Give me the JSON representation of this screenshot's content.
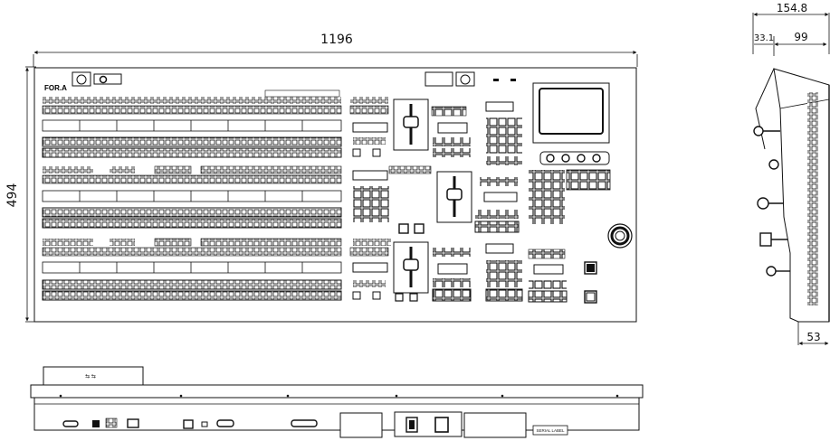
{
  "dimensions": {
    "panel_width": "1196",
    "panel_height": "494",
    "side_depth": "154.8",
    "side_offset": "33.1",
    "side_top": "99",
    "side_bottom": "53"
  },
  "front_panel": {
    "brand": "FOR.A",
    "module_rows": 3
  },
  "rear_panel": {
    "label": "SERIAL LABEL"
  }
}
